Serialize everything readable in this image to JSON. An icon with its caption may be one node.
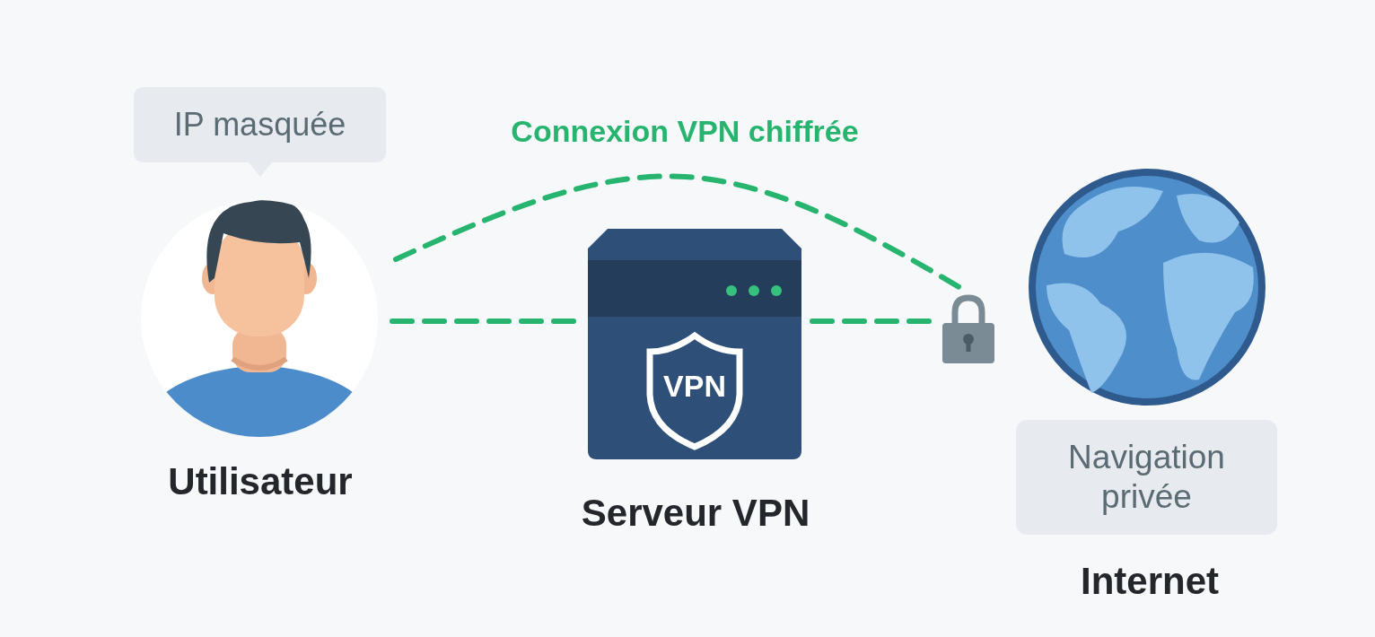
{
  "diagram": {
    "nodes": [
      {
        "text": [],
        "shape": "person",
        "beside": [
          "Utilisateur"
        ]
      },
      {
        "text": [
          "IP masquée"
        ]
      },
      {
        "text": [],
        "shape": "box",
        "beside": [
          "Serveur VPN"
        ]
      },
      {
        "text": [
          "VPN"
        ],
        "in": 2
      },
      {
        "text": [],
        "shape": "picture"
      },
      {
        "text": [],
        "shape": "picture"
      },
      {
        "text": [
          "Navigation privée"
        ]
      }
    ],
    "edges": [
      {
        "from": 0,
        "to": 2,
        "arrow": "none",
        "style": "dashed"
      },
      {
        "from": 2,
        "to": 4,
        "arrow": "none",
        "style": "dashed"
      },
      {
        "from": 0,
        "to": 4,
        "arrow": "none",
        "style": "dashed",
        "label": "Connexion VPN chiffrée"
      }
    ],
    "labels": [
      "Internet"
    ]
  }
}
